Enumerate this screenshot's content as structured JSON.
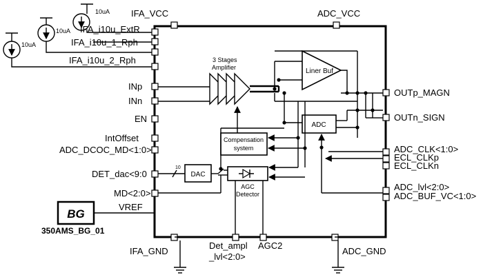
{
  "chip": {
    "supply_top": [
      "IFA_VCC",
      "ADC_VCC"
    ],
    "ground_bottom": [
      "IFA_GND",
      "ADC_GND"
    ],
    "bottom_pins": {
      "det_line1": "Det_ampl",
      "det_line2": "_lvl<2:0>",
      "agc2": "AGC2"
    }
  },
  "left_pins": {
    "extr": "IFA_i10u_ExtR",
    "rph1": "IFA_i10u_1_Rph",
    "rph2": "IFA_i10u_2_Rph",
    "inp": "INp",
    "inn": "INn",
    "en": "EN",
    "intoffset": "IntOffset",
    "adc_dcoc": "ADC_DCOC_MD<1:0>",
    "det_dac": "DET_dac<9:0",
    "md": "MD<2:0>",
    "vref": "VREF"
  },
  "right_pins": {
    "outp": "OUTp_MAGN",
    "outn": "OUTn_SIGN",
    "adc_clk": "ADC_CLK<1:0>",
    "ecl_clkp": "ECL_CLKp",
    "ecl_clkn": "ECL_CLKn",
    "adc_lvl": "ADC_lvl<2:0>",
    "adc_buf_vc": "ADC_BUF_VC<1:0>"
  },
  "current_sources": [
    "10uA",
    "10uA",
    "10uA"
  ],
  "blocks": {
    "amp_line1": "3 Stages",
    "amp_line2": "Amplifier",
    "liner_buf": "Liner Buf",
    "adc": "ADC",
    "comp_line1": "Compensation",
    "comp_line2": "system",
    "dac": "DAC",
    "dac_bus_width": "10",
    "agc_line1": "AGC",
    "agc_line2": "Detector"
  },
  "bg_block": {
    "label": "BG",
    "name": "350AMS_BG_01"
  }
}
